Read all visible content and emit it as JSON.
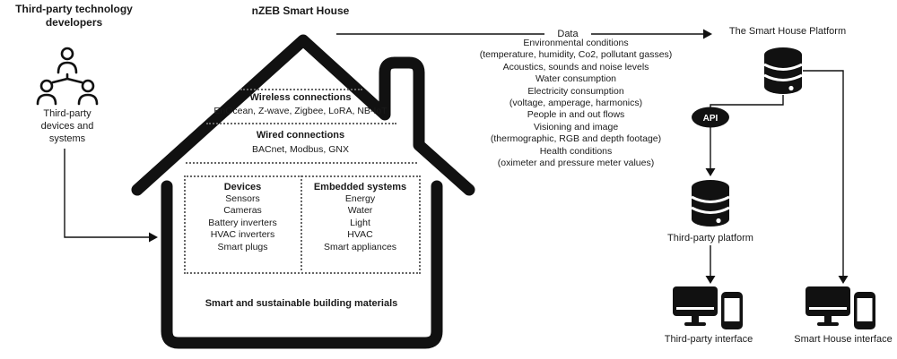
{
  "left": {
    "title": "Third-party technology developers",
    "caption": "Third-party devices and systems"
  },
  "house": {
    "title": "nZEB Smart House",
    "wireless": {
      "heading": "Wireless connections",
      "items": "EnOcean, Z-wave, Zigbee, LoRA, NB-IoT"
    },
    "wired": {
      "heading": "Wired connections",
      "items": "BACnet, Modbus, GNX"
    },
    "devices": {
      "heading": "Devices",
      "items": [
        "Sensors",
        "Cameras",
        "Battery inverters",
        "HVAC inverters",
        "Smart plugs"
      ]
    },
    "embedded": {
      "heading": "Embedded systems",
      "items": [
        "Energy",
        "Water",
        "Light",
        "HVAC",
        "Smart appliances"
      ]
    },
    "materials": "Smart and sustainable building materials"
  },
  "data_flow": {
    "label": "Data",
    "lines": [
      "Environmental conditions",
      "(temperature, humidity, Co2, pollutant gasses)",
      "Acoustics, sounds and noise levels",
      "Water consumption",
      "Electricity consumption",
      "(voltage, amperage, harmonics)",
      "People in and out flows",
      "Visioning and image",
      "(thermographic, RGB and depth footage)",
      "Health conditions",
      "(oximeter and pressure meter values)"
    ]
  },
  "platform": {
    "smart_house_platform": "The Smart House Platform",
    "api": "API",
    "third_party_platform": "Third-party platform",
    "third_party_interface": "Third-party interface",
    "smart_house_interface": "Smart House interface"
  },
  "colors": {
    "ink": "#111111",
    "dotted": "#666666"
  }
}
